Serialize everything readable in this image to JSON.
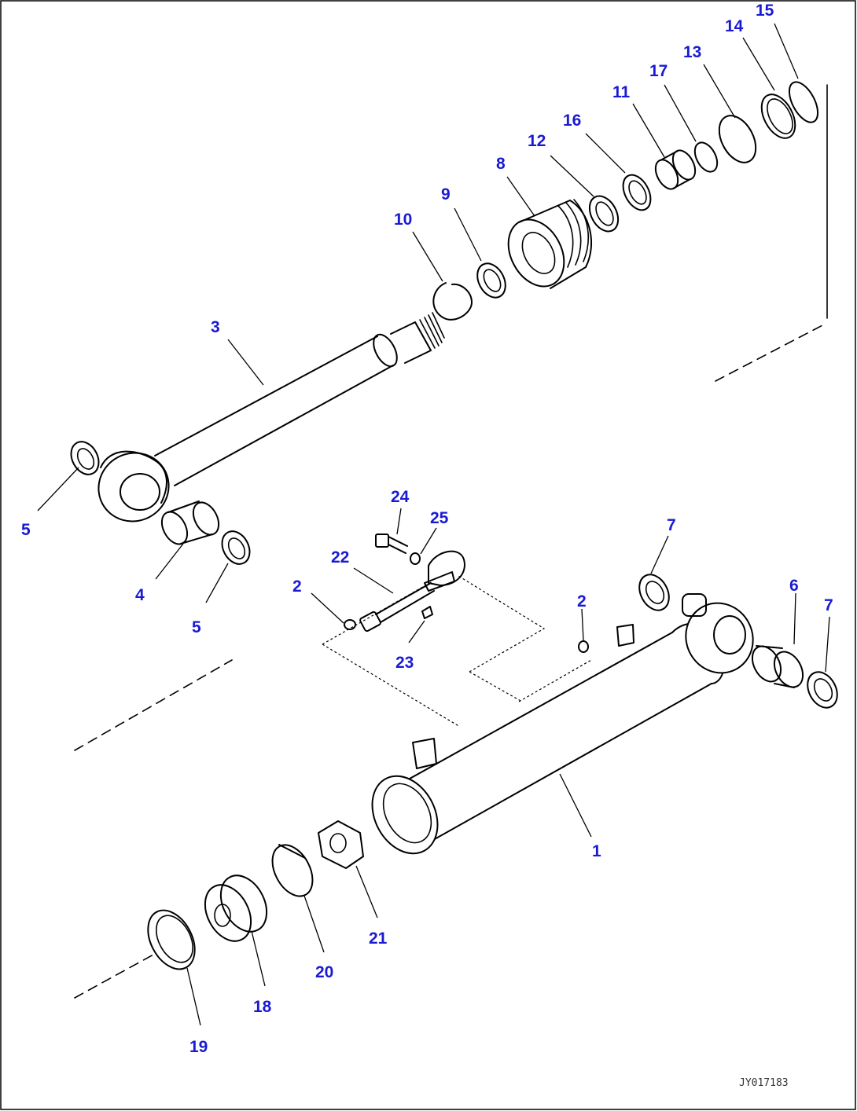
{
  "diagram": {
    "drawing_code": "JY017183",
    "part_labels": [
      "1",
      "2",
      "2",
      "3",
      "4",
      "5",
      "5",
      "6",
      "7",
      "7",
      "8",
      "9",
      "10",
      "11",
      "12",
      "13",
      "14",
      "15",
      "16",
      "17",
      "18",
      "19",
      "20",
      "21",
      "22",
      "23",
      "24",
      "25"
    ]
  }
}
